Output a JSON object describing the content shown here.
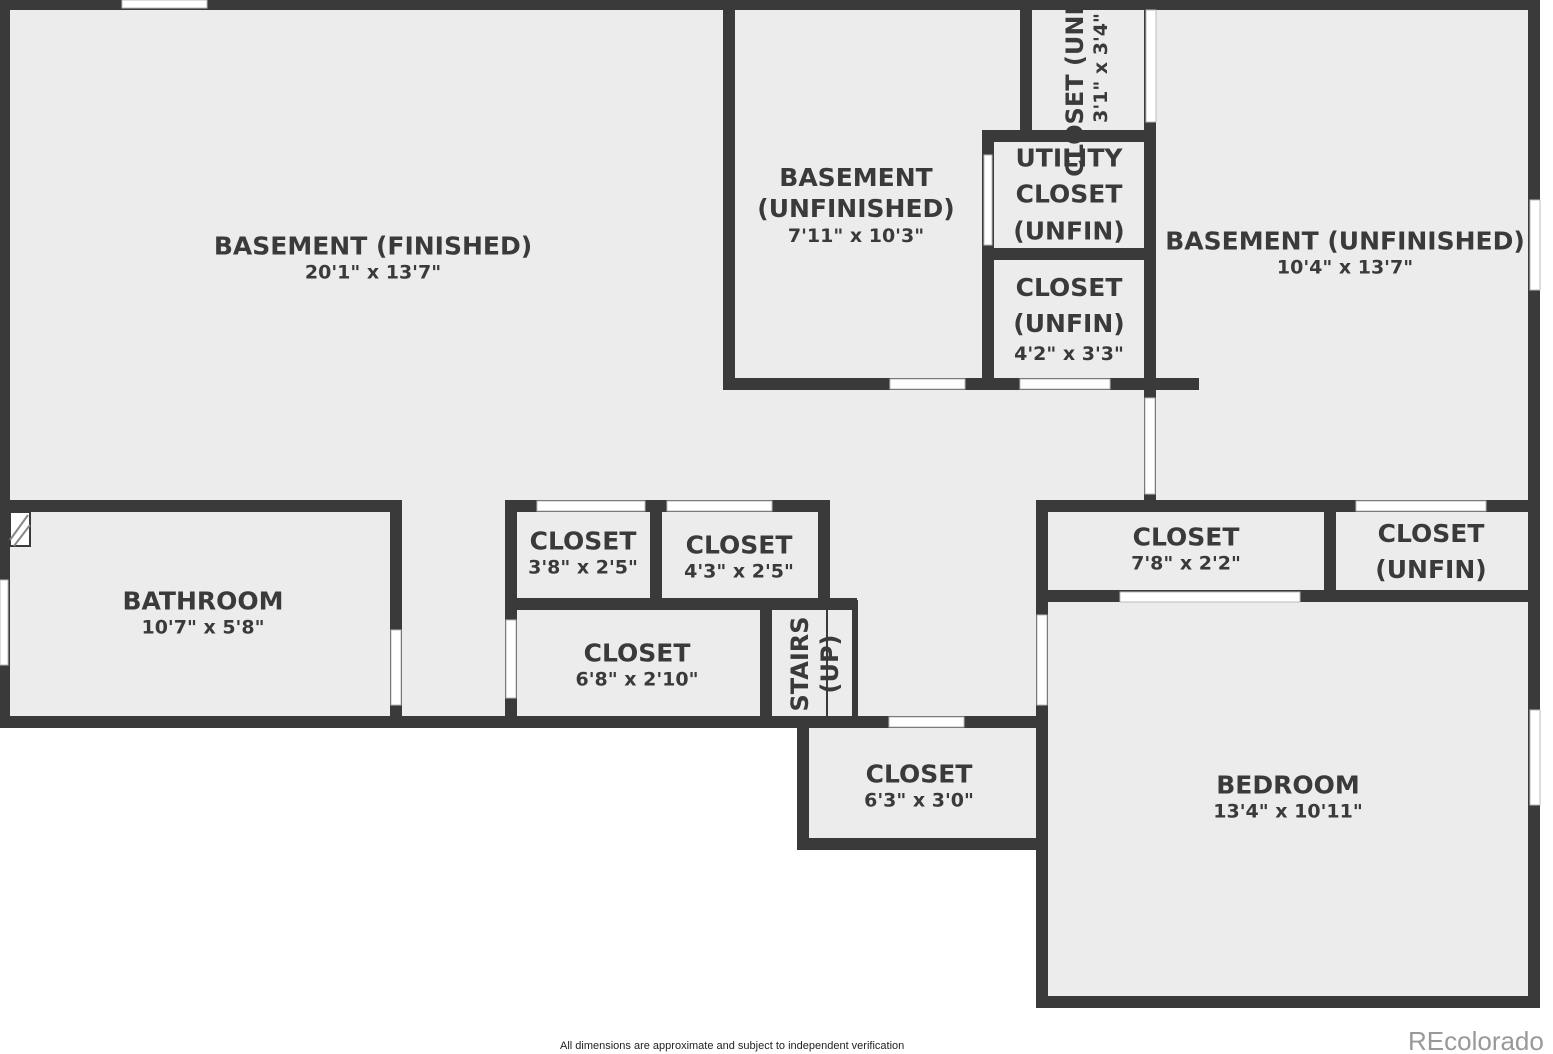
{
  "rooms": [
    {
      "name": "BASEMENT (FINISHED)",
      "dims": "20'1\" x 13'7\""
    },
    {
      "name": "BASEMENT (UNFINISHED)",
      "dims": "7'11\" x 10'3\""
    },
    {
      "name": "CLOSET (UNFIN)",
      "dims": "3'1\" x 3'4\""
    },
    {
      "name": "UTILITY CLOSET (UNFIN)",
      "dims": ""
    },
    {
      "name": "CLOSET (UNFIN)",
      "dims": "4'2\" x 3'3\""
    },
    {
      "name": "BASEMENT (UNFINISHED)",
      "dims": "10'4\" x 13'7\""
    },
    {
      "name": "BATHROOM",
      "dims": "10'7\" x 5'8\""
    },
    {
      "name": "CLOSET",
      "dims": "3'8\" x 2'5\""
    },
    {
      "name": "CLOSET",
      "dims": "4'3\" x 2'5\""
    },
    {
      "name": "CLOSET",
      "dims": "6'8\" x 2'10\""
    },
    {
      "name": "STAIRS (UP)",
      "dims": ""
    },
    {
      "name": "CLOSET",
      "dims": "6'3\" x 3'0\""
    },
    {
      "name": "CLOSET",
      "dims": "7'8\" x 2'2\""
    },
    {
      "name": "CLOSET (UNFIN)",
      "dims": ""
    },
    {
      "name": "BEDROOM",
      "dims": "13'4\" x 10'11\""
    }
  ],
  "disclaimer": "All dimensions are approximate and subject to independent verification",
  "logo": "REcolorado",
  "colors": {
    "wall": "#3a3a3a",
    "floor": "#ececec",
    "opening": "#ffffff"
  }
}
